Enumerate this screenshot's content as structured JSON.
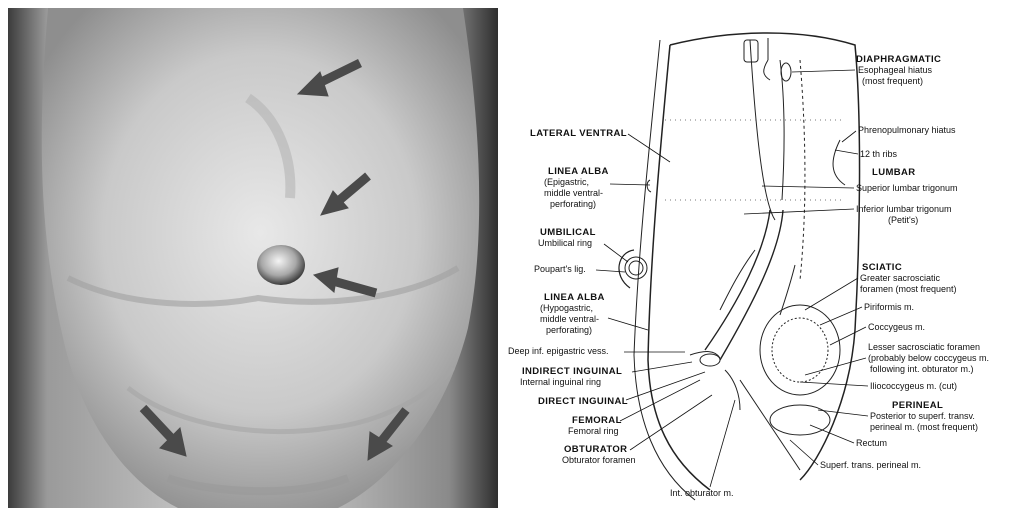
{
  "photo": {
    "arrow_color": "#4a4a4a"
  },
  "labels": {
    "lateral_ventral": "LATERAL VENTRAL",
    "linea_alba_1_title": "LINEA ALBA",
    "linea_alba_1_l1": "(Epigastric,",
    "linea_alba_1_l2": "middle ventral-",
    "linea_alba_1_l3": "perforating)",
    "umbilical_title": "UMBILICAL",
    "umbilical_sub": "Umbilical ring",
    "pouparts": "Poupart's lig.",
    "linea_alba_2_title": "LINEA ALBA",
    "linea_alba_2_l1": "(Hypogastric,",
    "linea_alba_2_l2": "middle ventral-",
    "linea_alba_2_l3": "perforating)",
    "deep_inf": "Deep inf. epigastric vess.",
    "indirect_title": "INDIRECT INGUINAL",
    "indirect_sub": "Internal inguinal ring",
    "direct_title": "DIRECT INGUINAL",
    "femoral_title": "FEMORAL",
    "femoral_sub": "Femoral ring",
    "obturator_title": "OBTURATOR",
    "obturator_sub": "Obturator foramen",
    "int_obturator": "Int. obturator m.",
    "diaphragmatic_title": "DIAPHRAGMATIC",
    "diaphragmatic_l1": "Esophageal hiatus",
    "diaphragmatic_l2": "(most frequent)",
    "phrenopulmonary": "Phrenopulmonary hiatus",
    "ribs": "12 th ribs",
    "lumbar_title": "LUMBAR",
    "superior_lumbar": "Superior lumbar trigonum",
    "inferior_lumbar_l1": "Inferior lumbar trigonum",
    "inferior_lumbar_l2": "(Petit's)",
    "sciatic_title": "SCIATIC",
    "sciatic_l1": "Greater sacrosciatic",
    "sciatic_l2": "foramen (most frequent)",
    "piriformis": "Piriformis m.",
    "coccygeus": "Coccygeus m.",
    "lesser_l1": "Lesser sacrosciatic foramen",
    "lesser_l2": "(probably below coccygeus m.",
    "lesser_l3": "following int. obturator m.)",
    "iliococcygeus": "Iliococcygeus m. (cut)",
    "perineal_title": "PERINEAL",
    "perineal_l1": "Posterior to superf. transv.",
    "perineal_l2": "perineal m. (most frequent)",
    "rectum": "Rectum",
    "superf_trans": "Superf. trans. perineal m."
  }
}
